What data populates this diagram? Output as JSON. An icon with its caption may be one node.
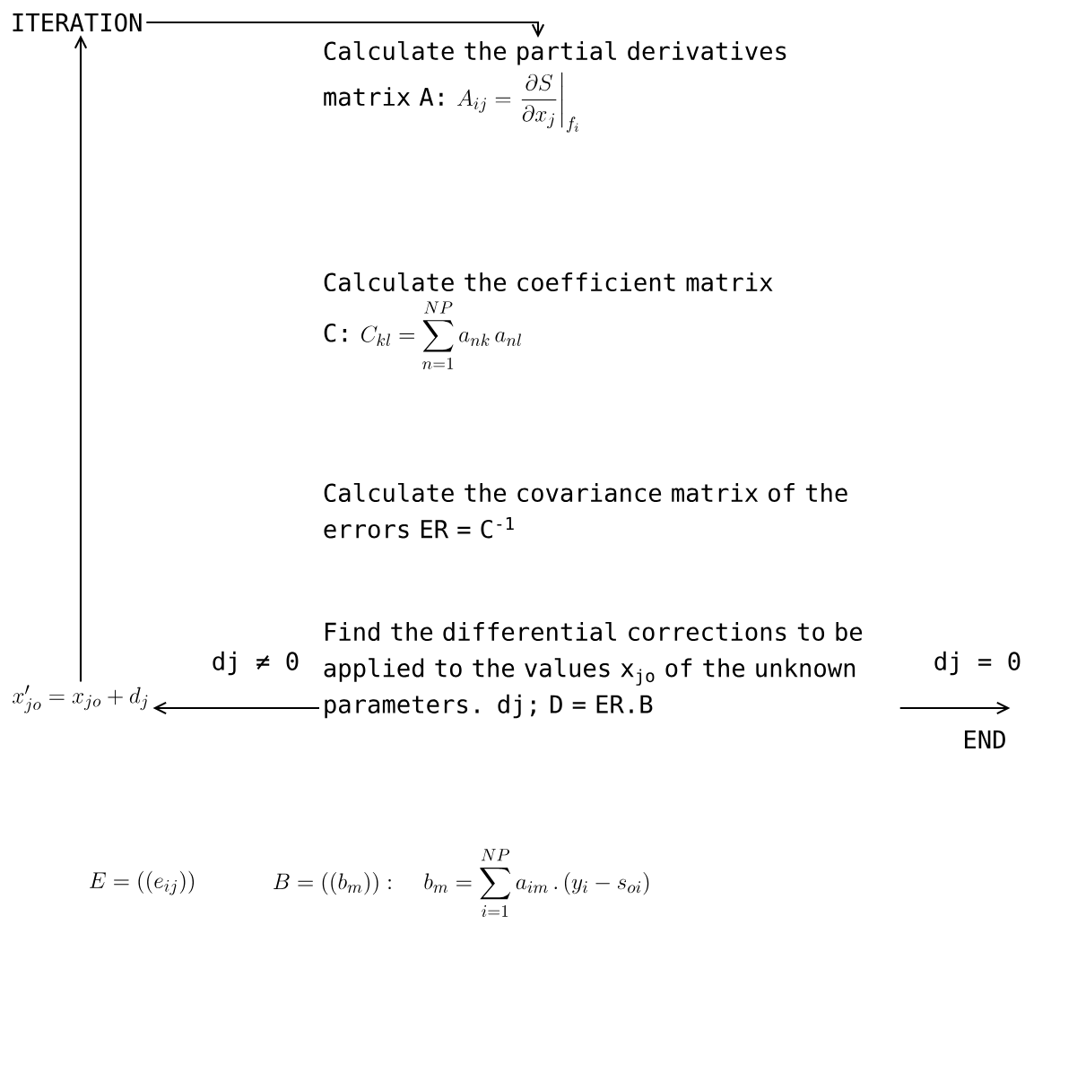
{
  "diagram": {
    "nodes": [
      {
        "text": [
          "ITERATION"
        ]
      },
      {
        "text": [
          "Calculate the partial derivatives",
          "\\text{matrix A: } A_{ij} = \\left.\\frac{\\partial S}{\\partial x_j}\\right|_{f_i}"
        ]
      },
      {
        "text": [
          "Calculate the coefficient matrix",
          "\\text{C: } C_{kl} = \\sum_{n=1}^{NP} a_{nk}\\, a_{nl}"
        ]
      },
      {
        "text": [
          "Calculate the covariance matrix of the errors ER = C$^{-1}$"
        ]
      },
      {
        "text": [
          "Find the differential corrections to be applied to the values x$_{jo}$ of the unknown parameters. dj; D = ER.B"
        ]
      },
      {
        "text": [
          "x'_{jo} = x_{jo} + d_{j}"
        ]
      },
      {
        "text": [
          "END"
        ]
      }
    ],
    "edges": [
      {
        "from": 0,
        "to": 1,
        "arrow": "to"
      },
      {
        "from": 5,
        "to": 0,
        "arrow": "to"
      },
      {
        "from": 4,
        "to": 5,
        "arrow": "to",
        "label": "dj ≠ 0"
      },
      {
        "from": 4,
        "to": 6,
        "arrow": "to",
        "label": "dj = 0"
      }
    ],
    "labels": [
      "E = ((e_{ij}))",
      "B = ((b_m)):\\quad b_m = \\sum_{i=1}^{NP} a_{im}\\, .\\, (y_i - s_{oi})"
    ]
  }
}
